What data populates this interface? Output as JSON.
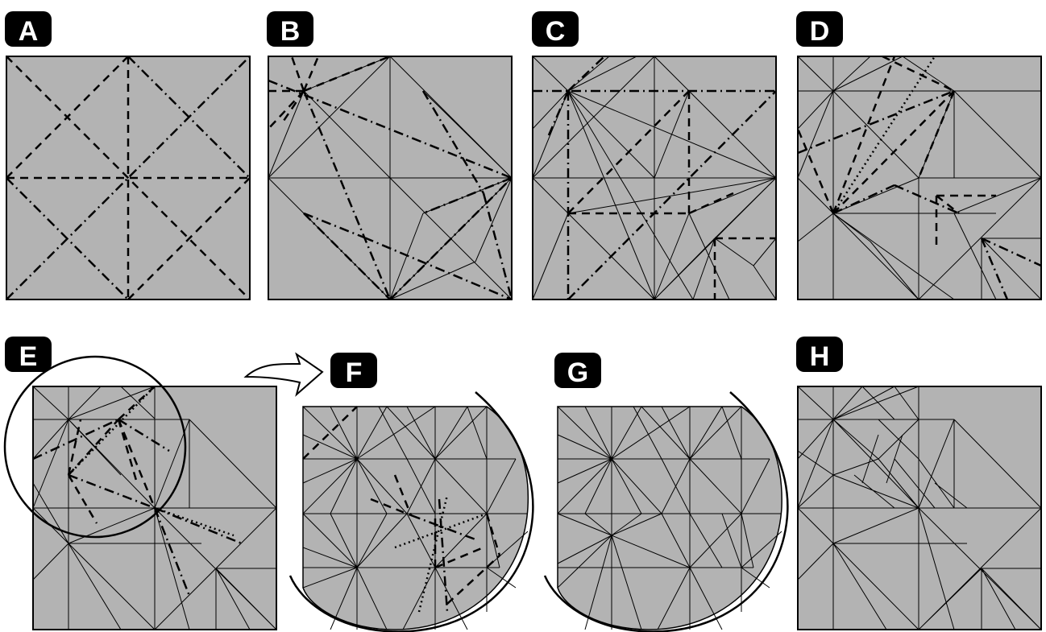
{
  "colors": {
    "paper": "#b3b3b3",
    "line": "#000000",
    "badge": "#000000",
    "badge_text": "#ffffff"
  },
  "panels": [
    {
      "label": "A"
    },
    {
      "label": "B"
    },
    {
      "label": "C"
    },
    {
      "label": "D"
    },
    {
      "label": "E"
    },
    {
      "label": "F"
    },
    {
      "label": "G"
    },
    {
      "label": "H"
    }
  ]
}
